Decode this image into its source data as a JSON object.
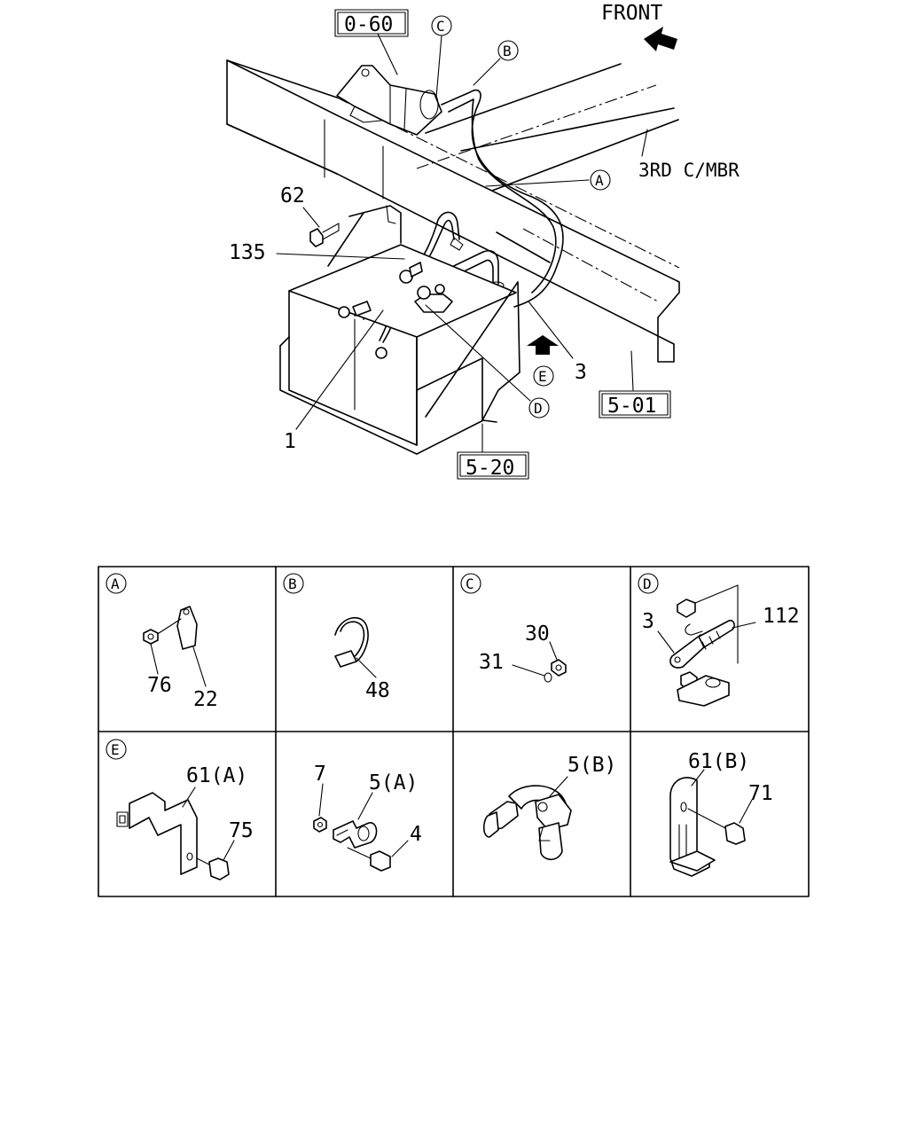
{
  "main": {
    "front_label": "FRONT",
    "member_label": "3RD C/MBR",
    "ref_boxes": [
      "0-60",
      "5-01",
      "5-20"
    ],
    "callouts": [
      "A",
      "B",
      "C",
      "D",
      "E"
    ],
    "part_numbers": [
      "62",
      "135",
      "1",
      "3"
    ]
  },
  "details": {
    "A": {
      "letter": "A",
      "labels": [
        "76",
        "22"
      ]
    },
    "B": {
      "letter": "B",
      "labels": [
        "48"
      ]
    },
    "C": {
      "letter": "C",
      "labels": [
        "30",
        "31"
      ]
    },
    "D": {
      "letter": "D",
      "labels": [
        "3",
        "112"
      ]
    },
    "E": {
      "letter": "E",
      "labels": [
        "61(A)",
        "75"
      ]
    },
    "F": {
      "labels": [
        "7",
        "5(A)",
        "4"
      ]
    },
    "G": {
      "labels": [
        "5(B)"
      ]
    },
    "H": {
      "labels": [
        "61(B)",
        "71"
      ]
    }
  }
}
